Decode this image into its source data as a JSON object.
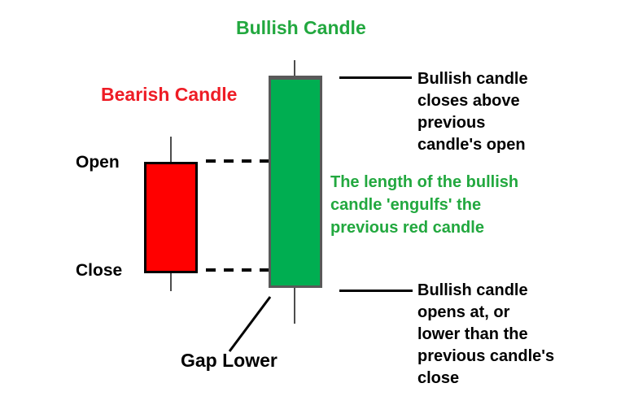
{
  "labels": {
    "bullish_title": "Bullish Candle",
    "bearish_title": "Bearish Candle",
    "open": "Open",
    "close": "Close",
    "gap_lower": "Gap Lower"
  },
  "annotations": {
    "top_lines": [
      "Bullish candle",
      "closes above",
      "previous",
      "candle's open"
    ],
    "middle_lines": [
      "The length of the bullish",
      "candle 'engulfs' the",
      "previous red candle"
    ],
    "bottom_lines": [
      "Bullish candle",
      "opens at, or",
      "lower than the",
      "previous candle's",
      "close"
    ]
  },
  "candles": [
    {
      "name": "bearish",
      "body_color": "#ff0000",
      "border_color": "#000000",
      "open_level": "top",
      "close_level": "bottom"
    },
    {
      "name": "bullish",
      "body_color": "#00ae51",
      "border_color": "#595959",
      "relation": "engulfs previous red candle, opens below its close, closes above its open"
    }
  ],
  "colors": {
    "bullish-green": "#00ae51",
    "bearish-red": "#ff0000",
    "green-text": "#22a83f",
    "red-text": "#ee1c25",
    "ink": "#000000",
    "candle-border": "#595959",
    "wick": "#4d4d4d",
    "background": "#ffffff"
  }
}
